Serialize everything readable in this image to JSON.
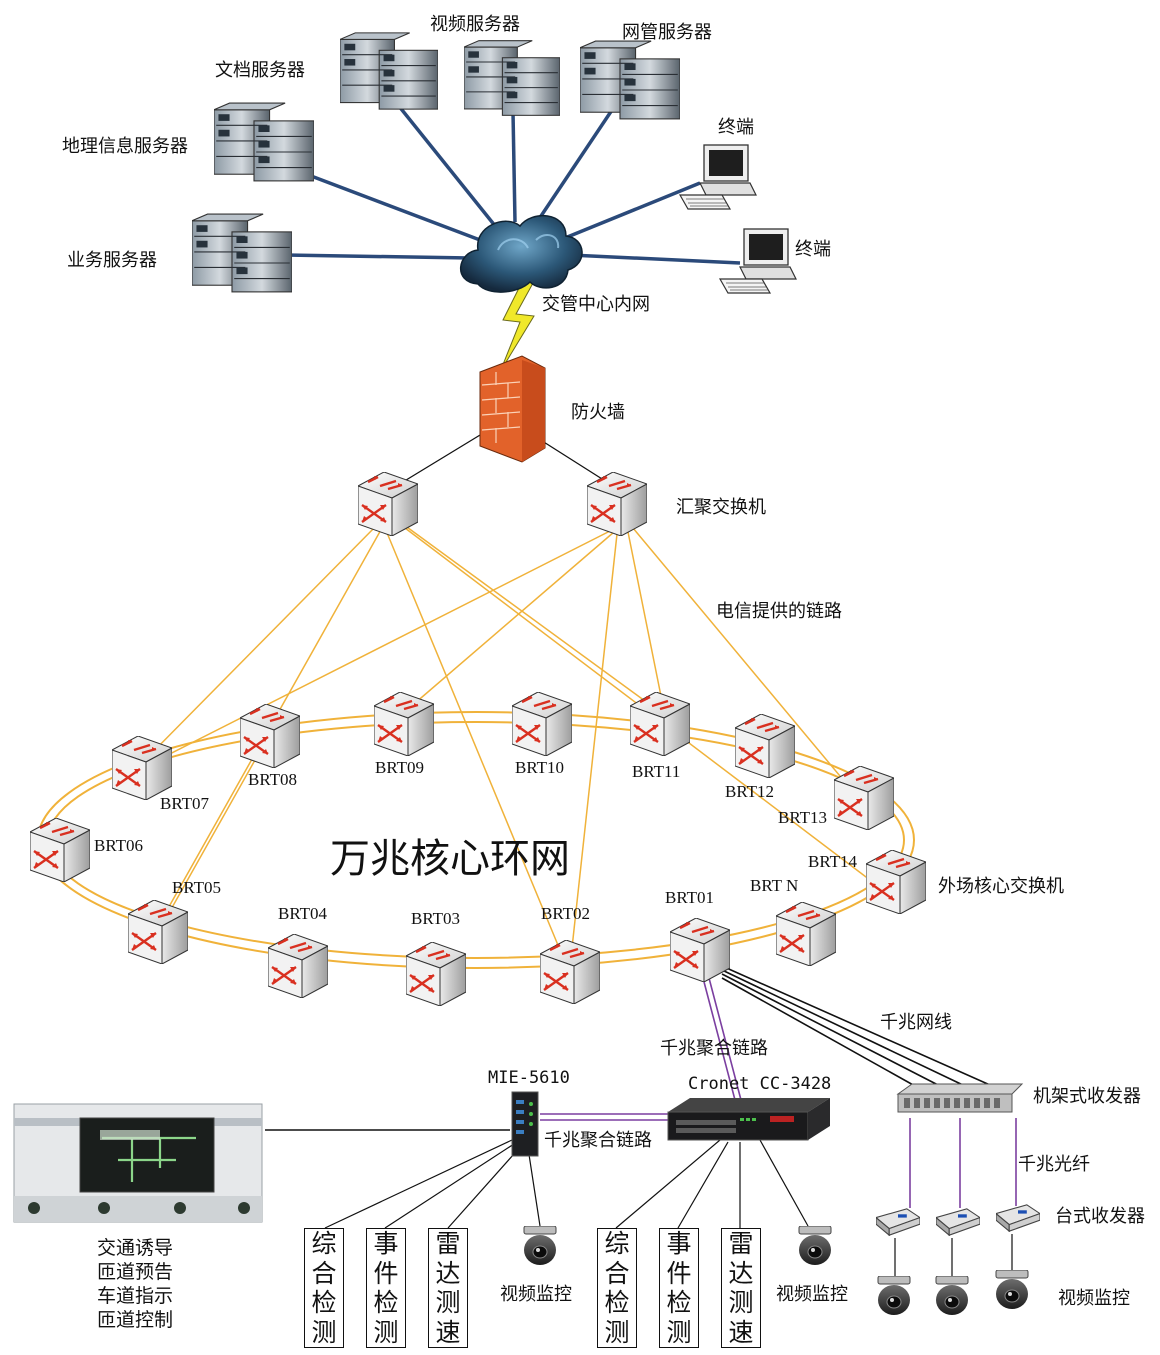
{
  "servers": {
    "video": "视频服务器",
    "netmgmt": "网管服务器",
    "doc": "文档服务器",
    "gis": "地理信息服务器",
    "business": "业务服务器"
  },
  "terminals": {
    "t1": "终端",
    "t2": "终端"
  },
  "intranet": "交管中心内网",
  "firewall": "防火墙",
  "aggregation": "汇聚交换机",
  "telecom_link": "电信提供的链路",
  "ring_title": "万兆核心环网",
  "outfield_core": "外场核心交换机",
  "nodes": {
    "BRT01": "BRT01",
    "BRT02": "BRT02",
    "BRT03": "BRT03",
    "BRT04": "BRT04",
    "BRT05": "BRT05",
    "BRT06": "BRT06",
    "BRT07": "BRT07",
    "BRT08": "BRT08",
    "BRT09": "BRT09",
    "BRT10": "BRT10",
    "BRT11": "BRT11",
    "BRT12": "BRT12",
    "BRT13": "BRT13",
    "BRT14": "BRT14",
    "BRTN": "BRT N"
  },
  "gig_net": "千兆网线",
  "gig_agg_1": "千兆聚合链路",
  "gig_agg_2": "千兆聚合链路",
  "mie": "MIE-5610",
  "cronet": "Cronet CC-3428",
  "rack_tx": "机架式收发器",
  "gig_fiber": "千兆光纤",
  "desk_tx": "台式收发器",
  "video_mon": {
    "a": "视频监控",
    "b": "视频监控",
    "c": "视频监控"
  },
  "vms_lines": [
    "交通诱导",
    "匝道预告",
    "车道指示",
    "匝道控制"
  ],
  "group1": [
    [
      "综",
      "合",
      "检",
      "测"
    ],
    [
      "事",
      "件",
      "检",
      "测"
    ],
    [
      "雷",
      "达",
      "测",
      "速"
    ]
  ],
  "group2": [
    [
      "综",
      "合",
      "检",
      "测"
    ],
    [
      "事",
      "件",
      "检",
      "测"
    ],
    [
      "雷",
      "达",
      "测",
      "速"
    ]
  ],
  "colors": {
    "link_blue": "#2b4a7a",
    "ring_gold": "#f0b23a",
    "purple": "#7b3fa0",
    "switch_red": "#d93020",
    "firewall_orange": "#e2622a",
    "bolt_yellow": "#f0e82a"
  }
}
